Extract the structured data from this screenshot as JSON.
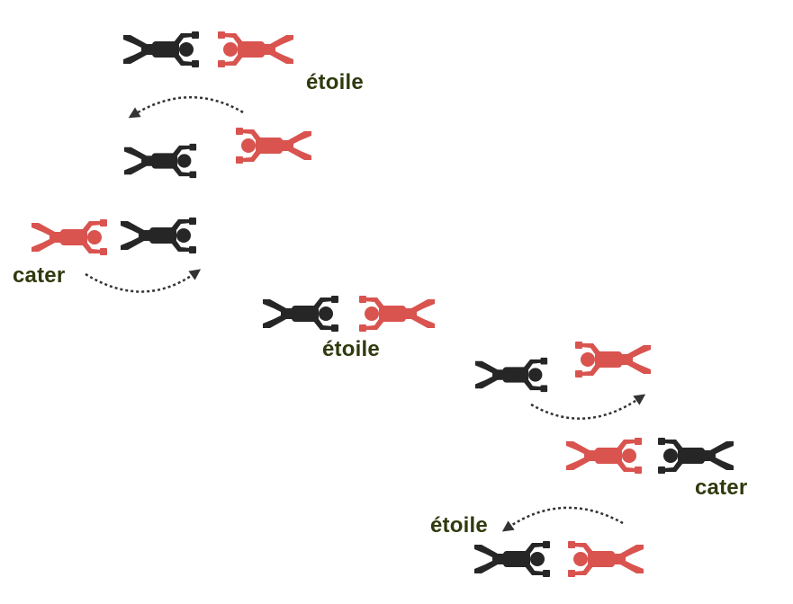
{
  "labels": {
    "etoile_top": "étoile",
    "cater_left": "cater",
    "etoile_middle": "étoile",
    "cater_right": "cater",
    "etoile_bottom": "étoile"
  },
  "colors": {
    "dark_figure": "#262626",
    "red_figure": "#d9534f",
    "label_text": "#2f3a0e",
    "arrow": "#333333"
  }
}
